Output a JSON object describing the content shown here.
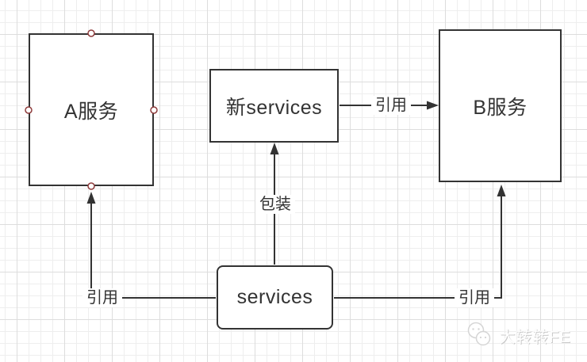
{
  "canvas": {
    "background": "#ffffff",
    "grid_minor_color": "#eeeeee",
    "grid_major_color": "#dddddd",
    "stroke_color": "#333333",
    "connection_point_color": "#8e3b3b"
  },
  "nodes": [
    {
      "id": "service-a",
      "label": "A服务",
      "shape": "rect",
      "has_connection_points": true
    },
    {
      "id": "new-services",
      "label": "新services",
      "shape": "rect",
      "has_connection_points": false
    },
    {
      "id": "service-b",
      "label": "B服务",
      "shape": "rect",
      "has_connection_points": false
    },
    {
      "id": "services",
      "label": "services",
      "shape": "rounded-rect",
      "has_connection_points": false
    }
  ],
  "edges": [
    {
      "id": "wrap",
      "from": "services",
      "to": "new-services",
      "label": "包装",
      "direction": "up"
    },
    {
      "id": "ref-top",
      "from": "new-services",
      "to": "service-b",
      "label": "引用",
      "direction": "right"
    },
    {
      "id": "ref-left",
      "from": "services",
      "to": "service-a",
      "label": "引用",
      "direction": "left-then-up"
    },
    {
      "id": "ref-right",
      "from": "services",
      "to": "service-b",
      "label": "引用",
      "direction": "right-then-up"
    }
  ],
  "watermark": {
    "text": "大转转FE"
  }
}
